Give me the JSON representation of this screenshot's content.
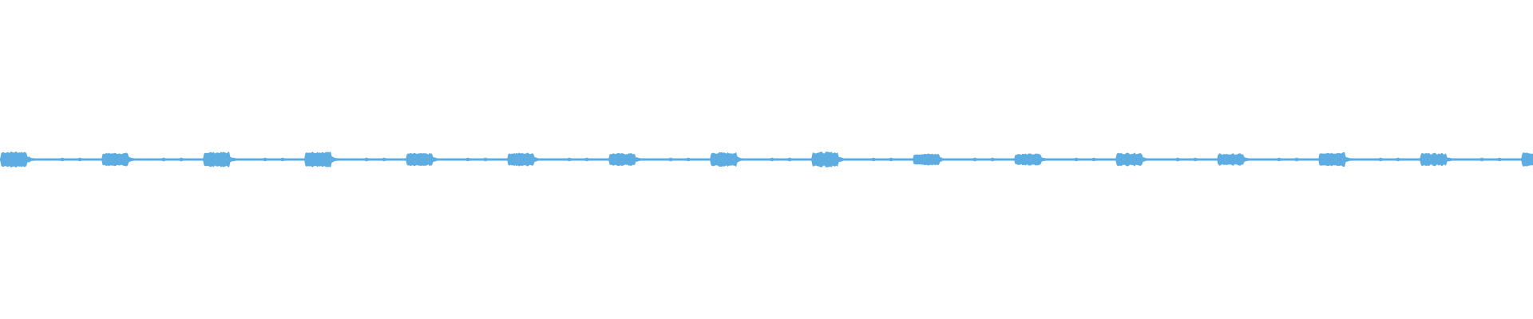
{
  "waveform": {
    "color": "#5dade2",
    "background": "#ffffff",
    "bursts": [
      {
        "amplitude": 0.95
      },
      {
        "amplitude": 0.8
      },
      {
        "amplitude": 0.9
      },
      {
        "amplitude": 0.95
      },
      {
        "amplitude": 0.75
      },
      {
        "amplitude": 0.8
      },
      {
        "amplitude": 0.75
      },
      {
        "amplitude": 0.85
      },
      {
        "amplitude": 0.9
      },
      {
        "amplitude": 0.7
      },
      {
        "amplitude": 0.7
      },
      {
        "amplitude": 0.8
      },
      {
        "amplitude": 0.7
      },
      {
        "amplitude": 0.85
      },
      {
        "amplitude": 0.75
      },
      {
        "amplitude": 0.85
      }
    ]
  }
}
